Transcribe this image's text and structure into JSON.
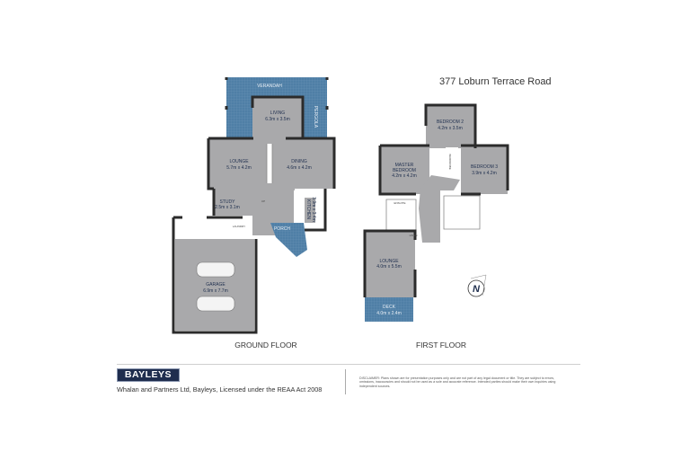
{
  "title": "377 Loburn Terrace Road",
  "colors": {
    "room": "#a9a9ab",
    "outdoor": "#4f7fa6",
    "wall": "#2b2b2b",
    "brand": "#1f2d4e"
  },
  "ground_floor": {
    "label": "GROUND FLOOR",
    "rooms": {
      "verandah": {
        "name": "VERANDAH"
      },
      "pergola": {
        "name": "PERGOLA"
      },
      "living": {
        "name": "LIVING",
        "size": "6.3m x 3.5m"
      },
      "lounge": {
        "name": "LOUNGE",
        "size": "5.7m x 4.2m"
      },
      "dining": {
        "name": "DINING",
        "size": "4.6m x 4.2m"
      },
      "study": {
        "name": "STUDY",
        "size": "2.5m x 3.1m"
      },
      "kitchen": {
        "name": "KITCHEN",
        "size": "3.9m x 3.4m"
      },
      "porch": {
        "name": "PORCH"
      },
      "laundry": {
        "name": "LAUNDRY"
      },
      "garage": {
        "name": "GARAGE",
        "size": "6.9m x 7.7m"
      }
    },
    "stair_up": "UP"
  },
  "first_floor": {
    "label": "FIRST FLOOR",
    "rooms": {
      "bedroom2": {
        "name": "BEDROOM 2",
        "size": "4.2m x 3.5m"
      },
      "master": {
        "name1": "MASTER",
        "name2": "BEDROOM",
        "size": "4.2m x 4.2m"
      },
      "bedroom3": {
        "name": "BEDROOM 3",
        "size": "3.9m x 4.2m"
      },
      "wardrobe": "WARDROBE",
      "ensuite": "ENSUITE",
      "linen": "LINEN",
      "lounge": {
        "name": "LOUNGE",
        "size": "4.0m x 5.5m"
      },
      "deck": {
        "name": "DECK",
        "size": "4.0m x 2.4m"
      }
    },
    "compass": "N"
  },
  "footer": {
    "logo": "BAYLEYS",
    "licence": "Whalan and Partners Ltd, Bayleys, Licensed under the REAA Act 2008",
    "disclaimer": "DISCLAIMER: Plans shown are for presentation purposes only and are not part of any legal document or title. They are subject to errors, omissions, inaccuracies and should not be used as a sole and accurate reference. Intended parties should make their own inquiries using independent sources."
  }
}
